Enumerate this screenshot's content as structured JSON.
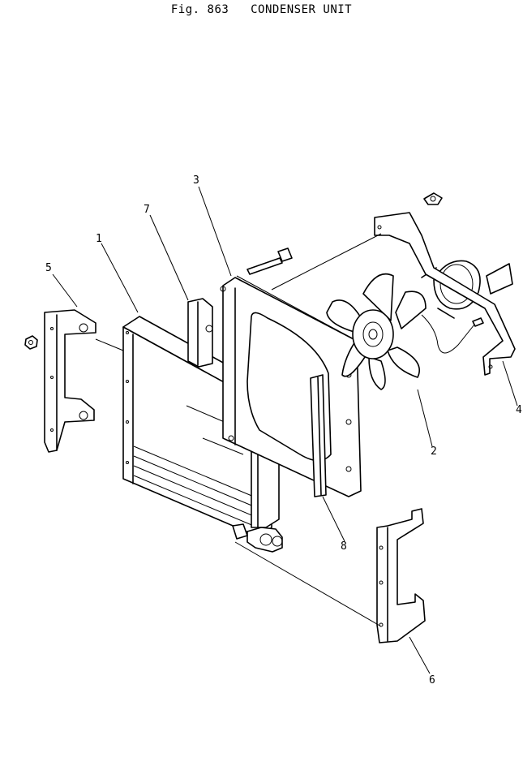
{
  "figure": {
    "number_label": "Fig. 863",
    "title": "CONDENSER UNIT"
  },
  "callouts": {
    "1": "1",
    "2": "2",
    "3": "3",
    "4": "4",
    "5": "5",
    "6": "6",
    "7": "7",
    "8": "8"
  }
}
